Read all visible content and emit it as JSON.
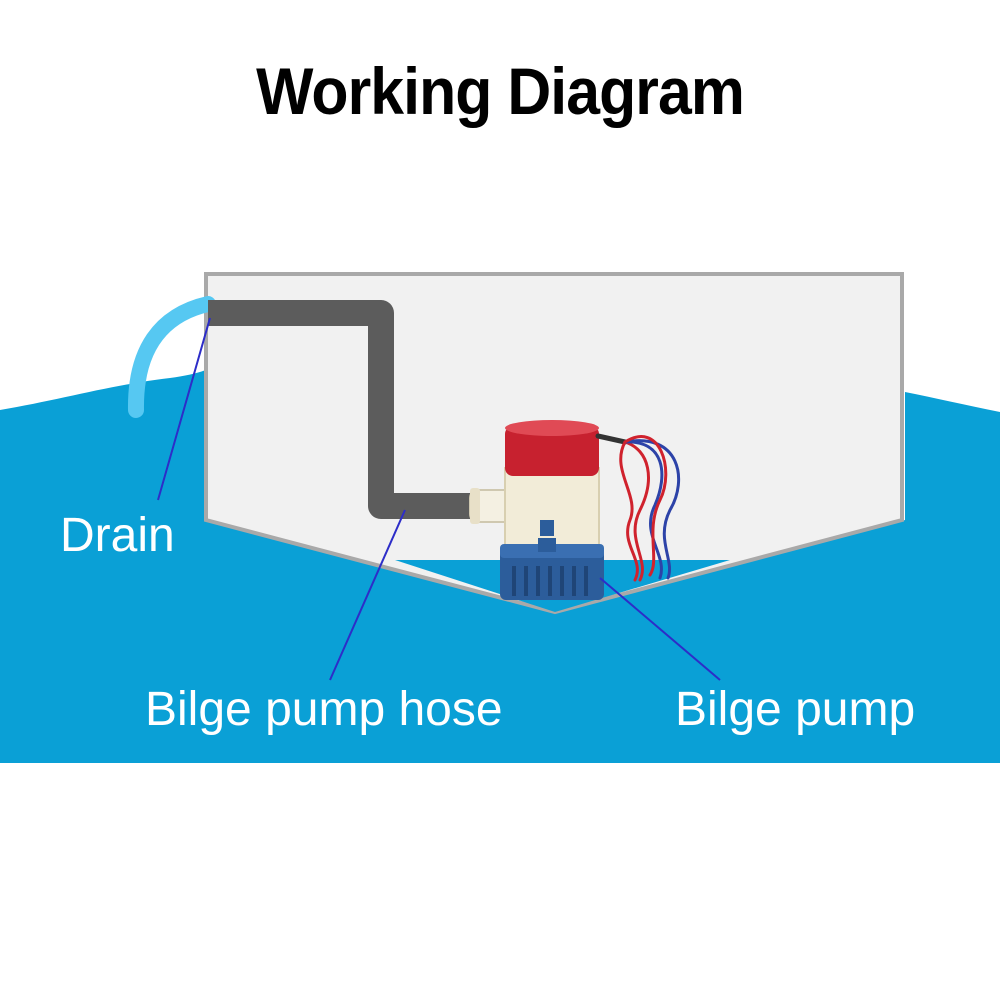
{
  "title": "Working Diagram",
  "labels": {
    "drain": "Drain",
    "hose": "Bilge pump hose",
    "pump": "Bilge pump"
  },
  "colors": {
    "water": "#0aa0d6",
    "hull_fill": "#f1f1f1",
    "hull_stroke": "#a9a9a9",
    "hose": "#5c5c5c",
    "drain_stream": "#56c8f2",
    "pump_top": "#c7212f",
    "pump_body": "#f2ecd8",
    "pump_base": "#2c5d9b",
    "leader_line": "#2d2dc8",
    "wire_red": "#d0222d",
    "wire_blue": "#2d43a8"
  }
}
